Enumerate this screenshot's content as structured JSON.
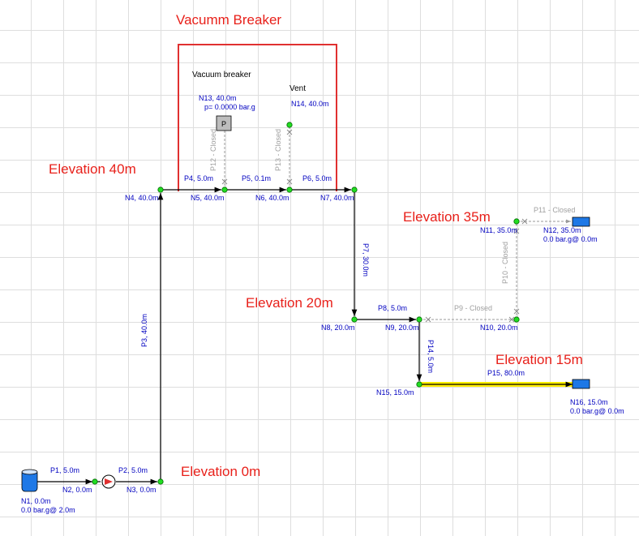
{
  "annotations": {
    "vacuum_breaker_title": "Vacumm Breaker",
    "vacuum_breaker_note": "Vacuum breaker",
    "vent_note": "Vent",
    "elevation_40": "Elevation 40m",
    "elevation_35": "Elevation 35m",
    "elevation_20": "Elevation 20m",
    "elevation_15": "Elevation 15m",
    "elevation_0": "Elevation 0m"
  },
  "nodes": {
    "n1": "N1, 0.0m",
    "n1_sub": "0.0 bar.g@ 2.0m",
    "n2": "N2, 0.0m",
    "n3": "N3, 0.0m",
    "n4": "N4, 40.0m",
    "n5": "N5, 40.0m",
    "n6": "N6, 40.0m",
    "n7": "N7, 40.0m",
    "n8": "N8, 20.0m",
    "n9": "N9, 20.0m",
    "n10": "N10, 20.0m",
    "n11": "N11, 35.0m",
    "n12": "N12, 35.0m",
    "n12_sub": "0.0 bar.g@ 0.0m",
    "n13": "N13, 40.0m",
    "n13_sub": "p= 0.0000 bar.g",
    "n14": "N14, 40.0m",
    "n15": "N15, 15.0m",
    "n16": "N16, 15.0m",
    "n16_sub": "0.0 bar.g@ 0.0m"
  },
  "pipes": {
    "p1": "P1, 5.0m",
    "p2": "P2, 5.0m",
    "p3": "P3, 40.0m",
    "p4": "P4, 5.0m",
    "p5": "P5, 0.1m",
    "p6": "P6, 5.0m",
    "p7": "P7, 30.0m",
    "p8": "P8, 5.0m",
    "p9": "P9 - Closed",
    "p10": "P10 - Closed",
    "p11": "P11 - Closed",
    "p12": "P12 - Closed",
    "p13": "P13 - Closed",
    "p14": "P14, 5.0m",
    "p15": "P15, 80.0m"
  },
  "components": {
    "pressure_symbol": "P"
  },
  "colors": {
    "annotation": "#e8201a",
    "label": "#0000c0",
    "closed": "#a0a0a0",
    "node": "#22dd22",
    "tank": "#1e78e6",
    "highlight": "#ffee00"
  }
}
